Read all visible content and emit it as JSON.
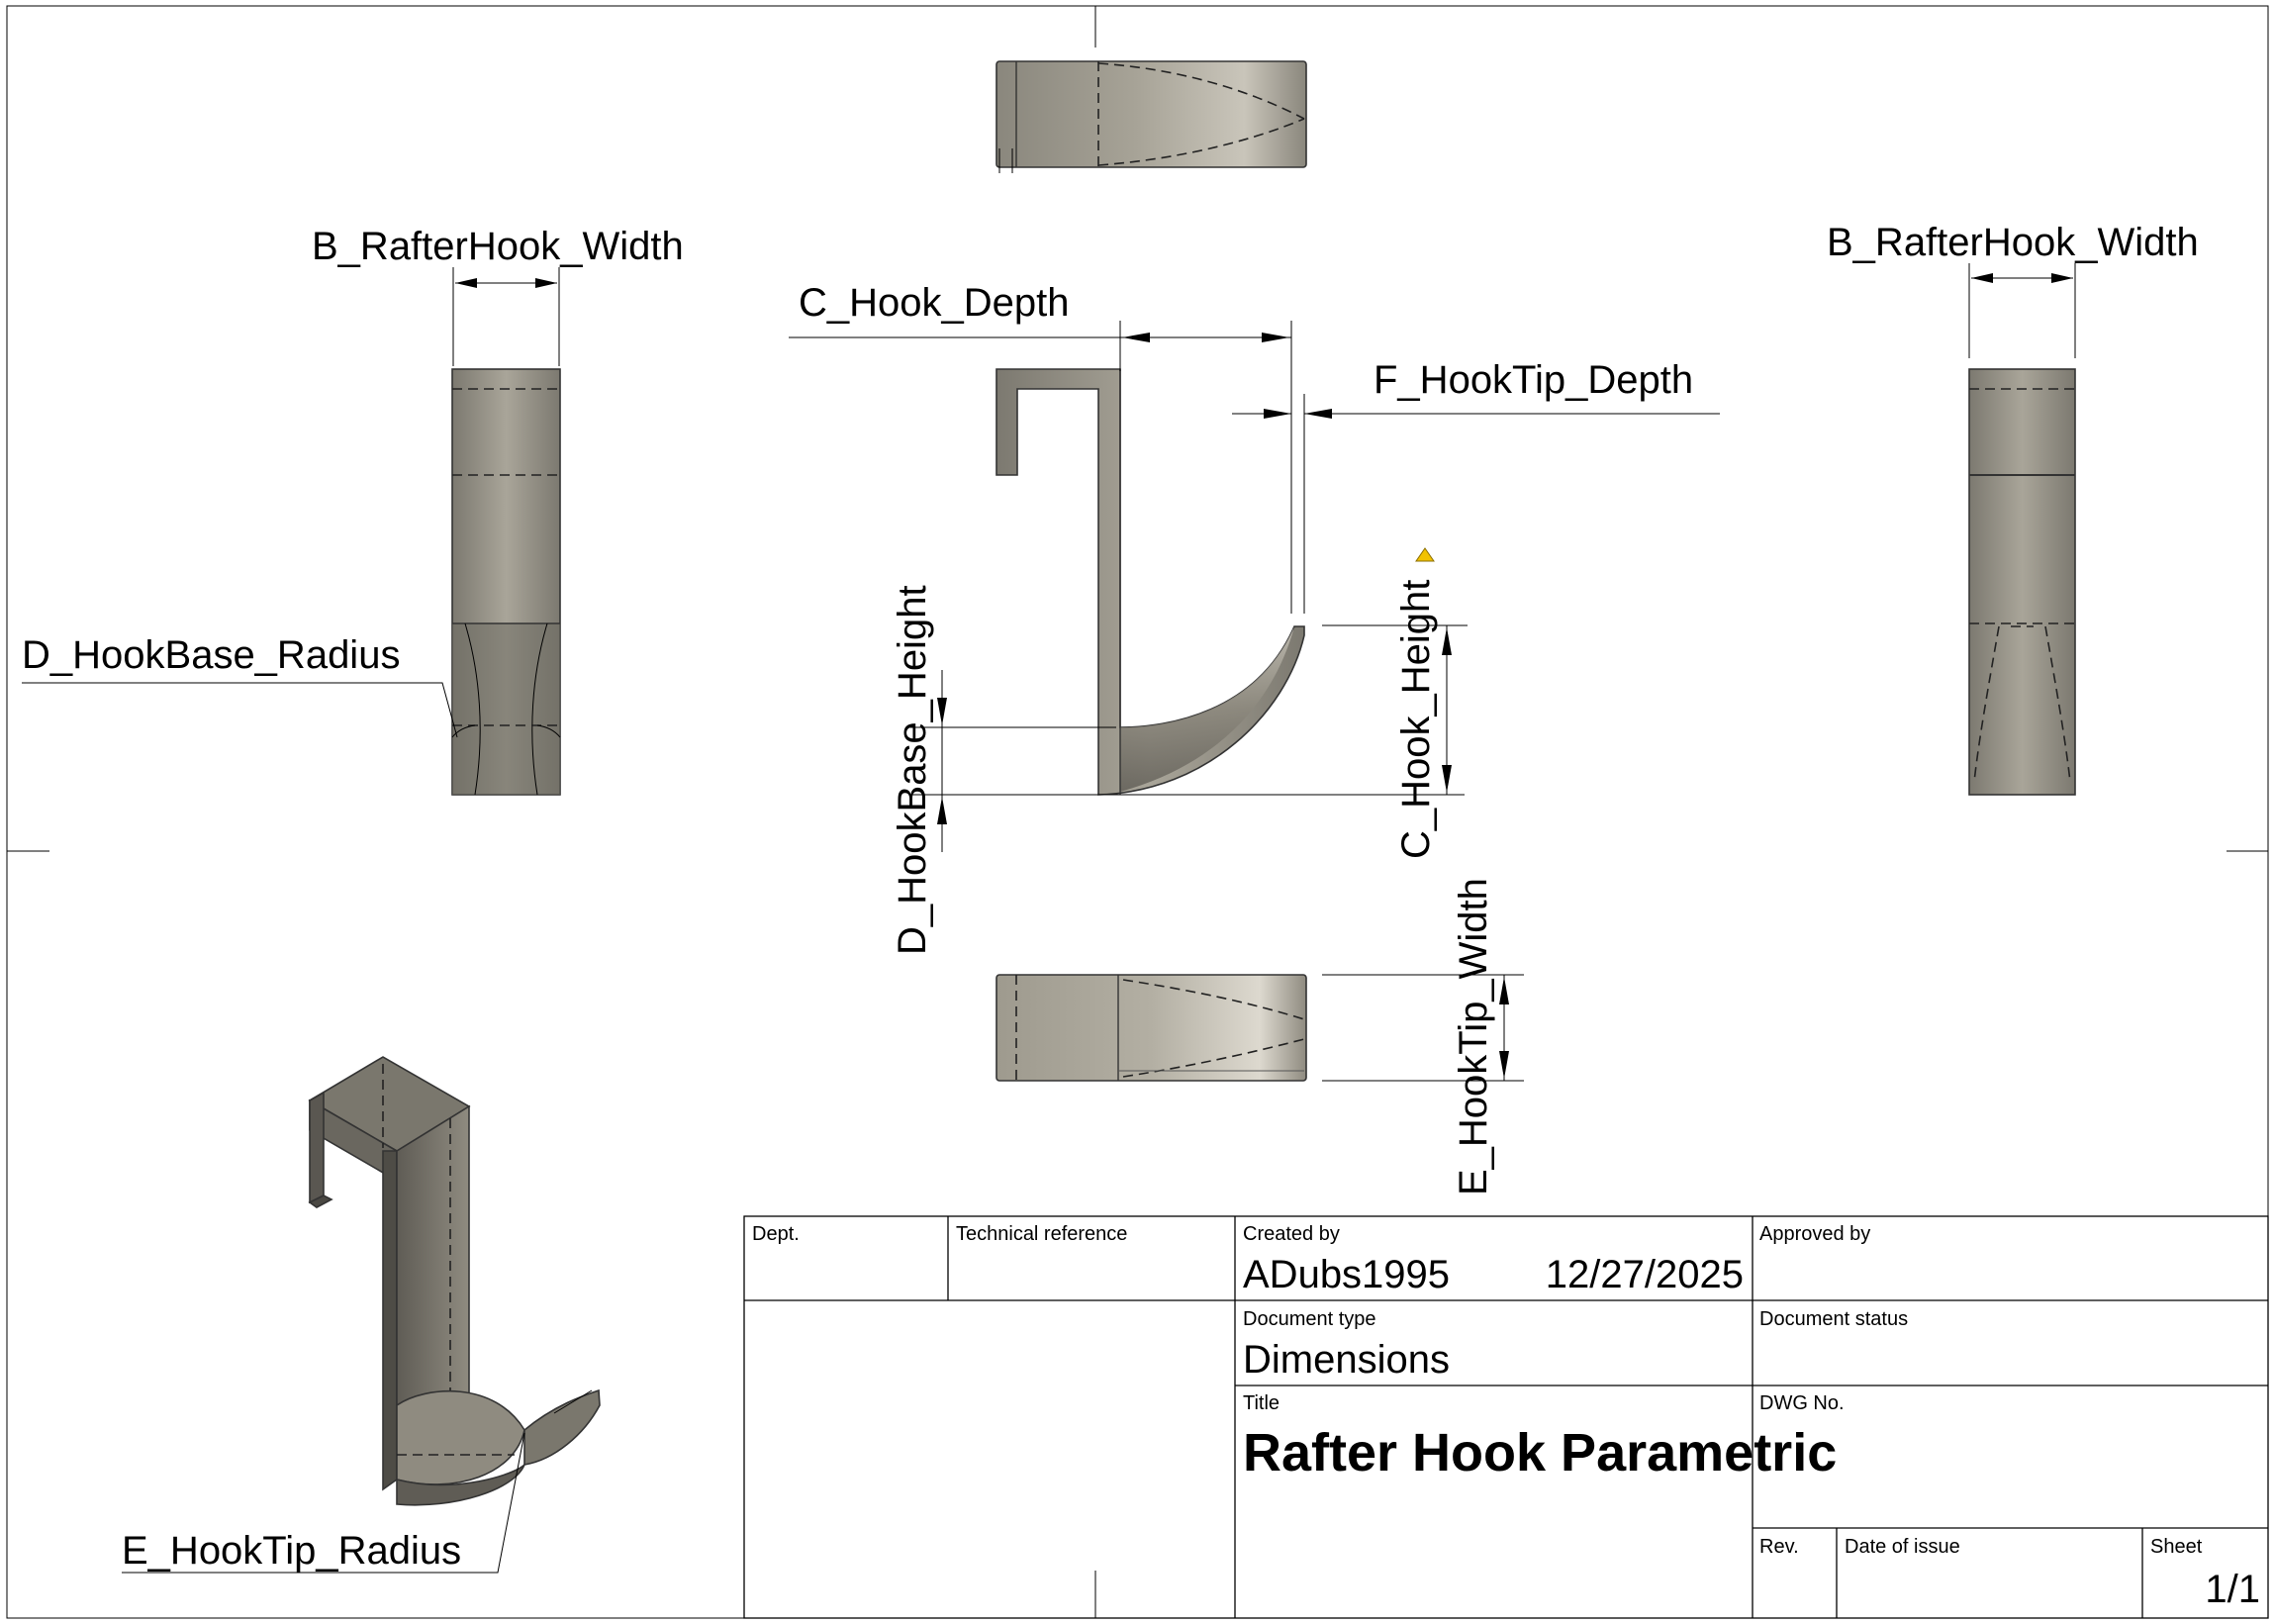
{
  "dimensions": {
    "b_left": "B_RafterHook_Width",
    "b_right": "B_RafterHook_Width",
    "c_depth": "C_Hook_Depth",
    "f_tip_depth": "F_HookTip_Depth",
    "d_base_radius": "D_HookBase_Radius",
    "d_base_height": "D_HookBase_Height",
    "c_height": "C_Hook_Height",
    "e_tip_width": "E_HookTip_Width",
    "e_tip_radius": "E_HookTip_Radius"
  },
  "warning_icon": "warning-icon",
  "title_block": {
    "dept_label": "Dept.",
    "tech_ref_label": "Technical reference",
    "created_by_label": "Created by",
    "created_by": "ADubs1995",
    "date": "12/27/2025",
    "approved_by_label": "Approved by",
    "doc_type_label": "Document type",
    "doc_type": "Dimensions",
    "doc_status_label": "Document status",
    "title_label": "Title",
    "title": "Rafter Hook Parametric",
    "dwg_no_label": "DWG No.",
    "rev_label": "Rev.",
    "date_issue_label": "Date of issue",
    "sheet_label": "Sheet",
    "sheet": "1/1"
  },
  "colors": {
    "metal_light": "#b8b3a6",
    "metal_mid": "#8f8b80",
    "metal_dark": "#5f5c55",
    "line": "#000000"
  }
}
